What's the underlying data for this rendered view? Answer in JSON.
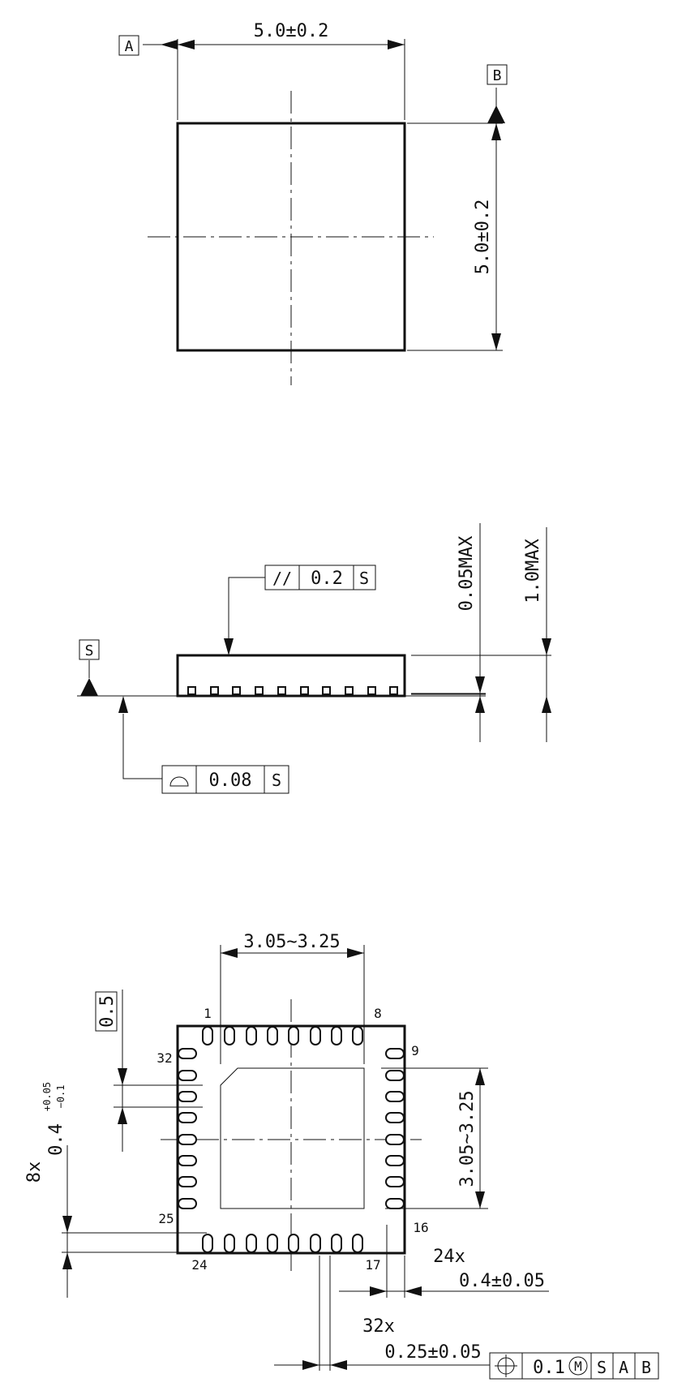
{
  "top_view": {
    "datum_a": "A",
    "datum_b": "B",
    "width_dim": "5.0±0.2",
    "height_dim": "5.0±0.2"
  },
  "side_view": {
    "datum_s": "S",
    "parallelism_symbol": "//",
    "parallelism_value": "0.2",
    "parallelism_ref": "S",
    "flatness_value": "0.08",
    "flatness_ref": "S",
    "standoff_dim": "0.05MAX",
    "height_dim": "1.0MAX"
  },
  "bottom_view": {
    "pad_w_dim": "3.05~3.25",
    "pad_h_dim": "3.05~3.25",
    "pitch": "0.5",
    "pin_1": "1",
    "pin_8": "8",
    "pin_9": "9",
    "pin_16": "16",
    "pin_17": "17",
    "pin_24": "24",
    "pin_25": "25",
    "pin_32": "32",
    "corner_len_count": "8x",
    "corner_len_value": "0.4",
    "corner_len_tol_plus": "+0.05",
    "corner_len_tol_minus": "−0.1",
    "lead_len_count": "24x",
    "lead_len_value": "0.4±0.05",
    "lead_w_count": "32x",
    "lead_w_value": "0.25±0.05",
    "position_value": "0.1",
    "position_modifier": "M",
    "datum_1": "S",
    "datum_2": "A",
    "datum_3": "B"
  }
}
